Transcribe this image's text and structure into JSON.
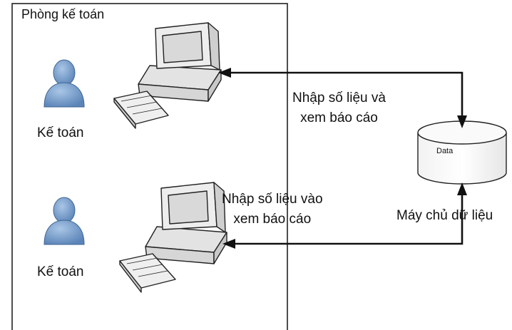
{
  "room": {
    "title": "Phòng kế toán"
  },
  "users": [
    {
      "label": "Kế toán",
      "icon": "person-icon"
    },
    {
      "label": "Kế toán",
      "icon": "person-icon"
    }
  ],
  "computers": [
    {
      "icon": "desktop-computer-icon"
    },
    {
      "icon": "desktop-computer-icon"
    }
  ],
  "links": [
    {
      "line1": "Nhập số liệu và",
      "line2": "xem báo cáo"
    },
    {
      "line1": "Nhập số liệu vào",
      "line2": "xem báo cáo"
    }
  ],
  "database": {
    "label": "Data",
    "icon": "database-icon"
  },
  "server": {
    "label": "Máy chủ dữ liệu"
  },
  "colors": {
    "user": "#6f97c4",
    "user_dark": "#4f77a6",
    "computer": "#ececec",
    "outline": "#222222",
    "arrow": "#111111"
  }
}
